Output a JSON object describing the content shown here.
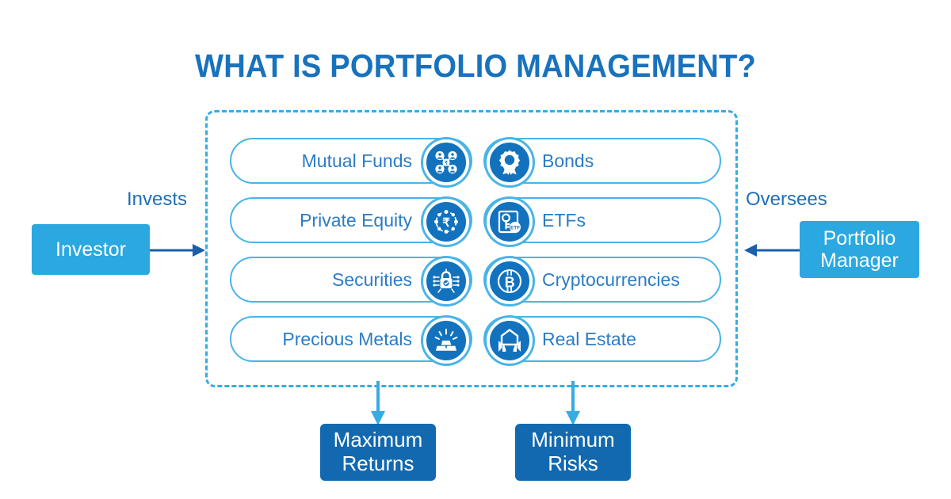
{
  "title": "WHAT IS PORTFOLIO MANAGEMENT?",
  "colors": {
    "title_blue": "#1872BD",
    "light_blue": "#35ACE3",
    "pill_border": "#49B4E6",
    "pill_text": "#2B7CC4",
    "medallion_fill": "#1272BD",
    "side_box_fill": "#2BA8E0",
    "outcome_box_fill": "#1269B0",
    "arrow_dark": "#1A5FA8",
    "background": "#FFFFFF"
  },
  "left_actor": {
    "relation_label": "Invests",
    "name": "Investor"
  },
  "right_actor": {
    "relation_label": "Oversees",
    "name_line1": "Portfolio",
    "name_line2": "Manager"
  },
  "assets": {
    "left_column": [
      {
        "label": "Mutual Funds",
        "icon": "mutual-funds-icon"
      },
      {
        "label": "Private Equity",
        "icon": "rupee-network-icon"
      },
      {
        "label": "Securities",
        "icon": "padlock-circuit-icon"
      },
      {
        "label": "Precious Metals",
        "icon": "gold-bars-icon"
      }
    ],
    "right_column": [
      {
        "label": "Bonds",
        "icon": "award-ribbon-icon"
      },
      {
        "label": "ETFs",
        "icon": "document-key-etf-icon"
      },
      {
        "label": "Cryptocurrencies",
        "icon": "bitcoin-icon"
      },
      {
        "label": "Real Estate",
        "icon": "hands-house-icon"
      }
    ]
  },
  "outcomes": [
    {
      "line1": "Maximum",
      "line2": "Returns"
    },
    {
      "line1": "Minimum",
      "line2": "Risks"
    }
  ]
}
